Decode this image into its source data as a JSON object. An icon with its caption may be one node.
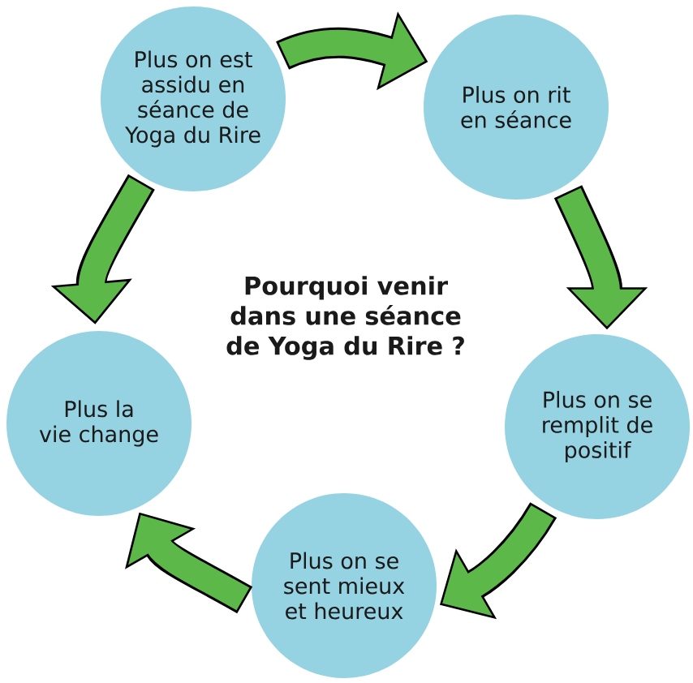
{
  "diagram": {
    "title": "Pourquoi venir dans une séance de Yoga du Rire ?",
    "nodes": [
      {
        "text": [
          "Plus on est assidu en séance de Yoga du Rire"
        ]
      },
      {
        "text": [
          "Plus on rit en séance"
        ]
      },
      {
        "text": [
          "Plus on se remplit de positif"
        ]
      },
      {
        "text": [
          "Plus on se sent mieux et heureux"
        ]
      },
      {
        "text": [
          "Plus la vie change"
        ]
      }
    ],
    "edges": [
      {
        "from": 0,
        "to": 1,
        "arrow": "to"
      },
      {
        "from": 1,
        "to": 2,
        "arrow": "to"
      },
      {
        "from": 2,
        "to": 3,
        "arrow": "to"
      },
      {
        "from": 3,
        "to": 4,
        "arrow": "to"
      },
      {
        "from": 0,
        "to": 4,
        "arrow": "to"
      }
    ]
  }
}
